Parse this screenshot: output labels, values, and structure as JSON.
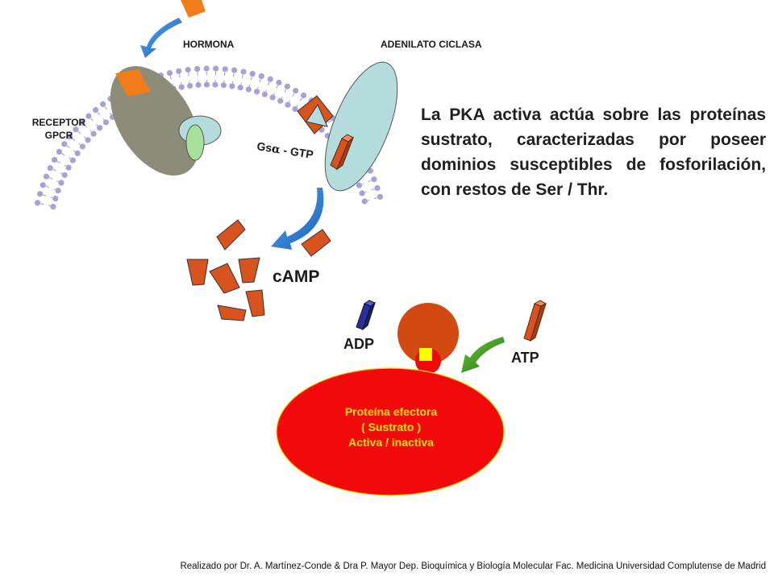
{
  "labels": {
    "hormona": "HORMONA",
    "adenilato": "ADENILATO CICLASA",
    "receptor_line1": "RECEPTOR",
    "receptor_line2": "GPCR",
    "gs_prefix": "Gs",
    "gs_alpha": "α",
    "gs_suffix": "- GTP",
    "camp": "cAMP",
    "adp": "ADP",
    "atp": "ATP"
  },
  "paragraph": "La PKA activa actúa sobre las proteínas sustrato, caracterizadas por poseer dominios susceptibles de fosforilación, con restos de Ser / Thr.",
  "substrate": {
    "line1": "Proteína efectora",
    "line2": "( Sustrato )",
    "line3": "Activa / inactiva"
  },
  "credits": "Realizado por Dr. A. Martínez-Conde & Dra P. Mayor Dep. Bioquímica y Biología Molecular Fac. Medicina Universidad Complutense de Madrid",
  "colors": {
    "membrane_head": "#a7a2d6",
    "receptor": "#8c8c78",
    "hormone": "#f07d1a",
    "adenylate_cyclase": "#b4dcdc",
    "camp": "#d9531e",
    "pka": "#d24a12",
    "substrate": "#f20a0a",
    "adp": "#2b2f9e",
    "arrow_blue": "#1f72c8",
    "arrow_green": "#2e8a1e",
    "phosphate": "#ffff00"
  }
}
